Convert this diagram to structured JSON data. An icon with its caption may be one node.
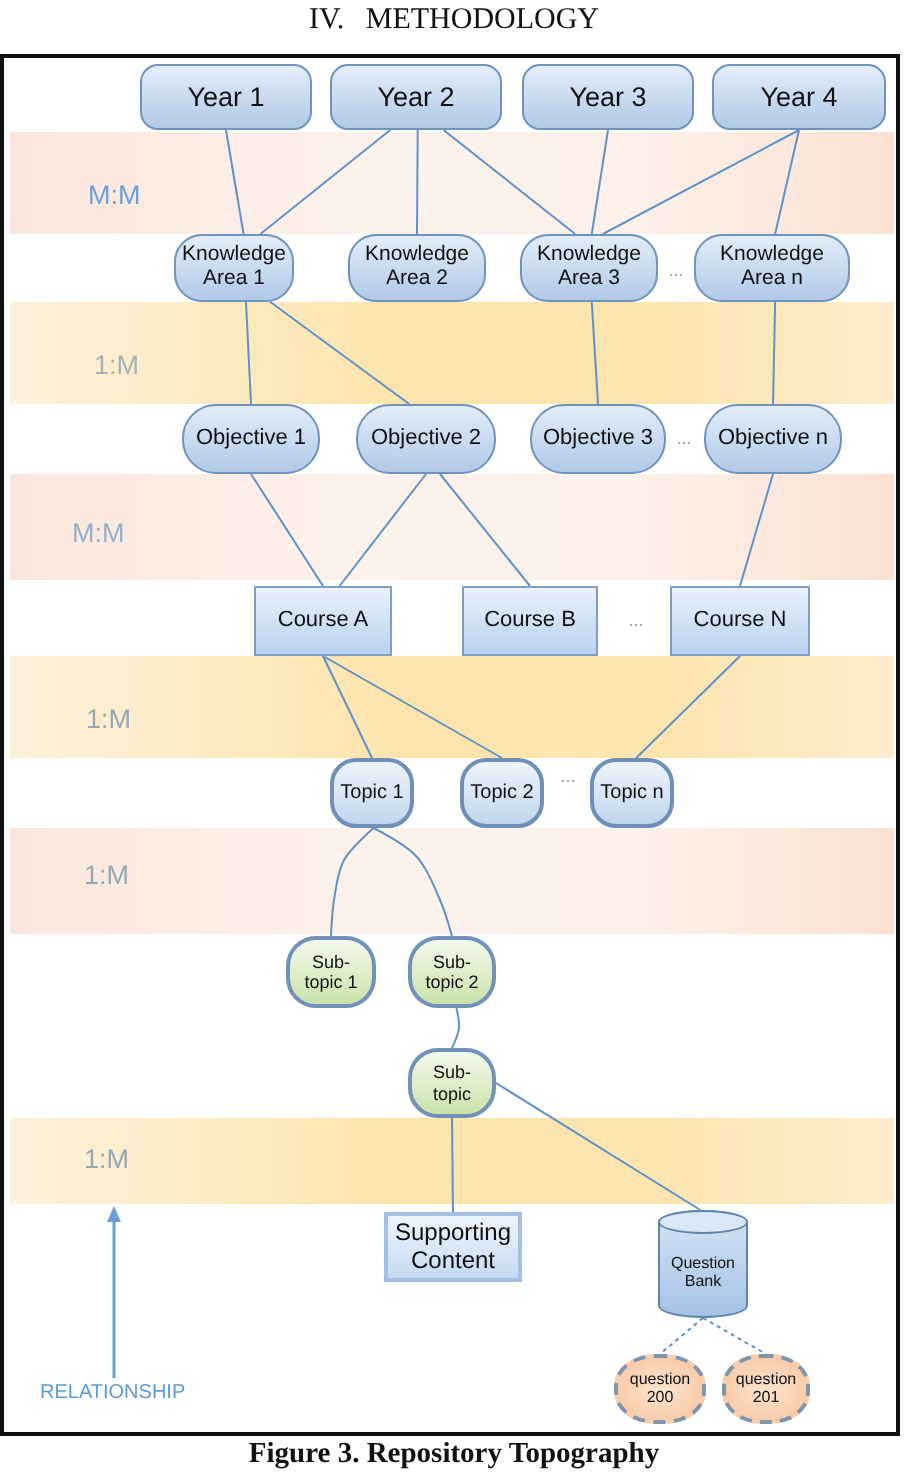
{
  "diagram": {
    "title": "IV. METHODOLOGY",
    "caption": "Figure 3. Repository Topography",
    "nodes": [
      {
        "text": [
          "Year 1"
        ]
      },
      {
        "text": [
          "Year 2"
        ]
      },
      {
        "text": [
          "Year 3"
        ]
      },
      {
        "text": [
          "Year 4"
        ]
      },
      {
        "text": [
          "Knowledge Area 1"
        ]
      },
      {
        "text": [
          "Knowledge Area 2"
        ]
      },
      {
        "text": [
          "Knowledge Area 3"
        ]
      },
      {
        "text": [
          "Knowledge Area n"
        ]
      },
      {
        "text": [
          "Objective 1"
        ]
      },
      {
        "text": [
          "Objective 2"
        ]
      },
      {
        "text": [
          "Objective 3"
        ]
      },
      {
        "text": [
          "Objective n"
        ]
      },
      {
        "text": [
          "Course A"
        ]
      },
      {
        "text": [
          "Course B"
        ]
      },
      {
        "text": [
          "Course N"
        ]
      },
      {
        "text": [
          "Topic 1"
        ]
      },
      {
        "text": [
          "Topic 2"
        ]
      },
      {
        "text": [
          "Topic n"
        ]
      },
      {
        "text": [
          "Sub- topic 1"
        ]
      },
      {
        "text": [
          "Sub- topic 2"
        ]
      },
      {
        "text": [
          "Sub- topic"
        ]
      },
      {
        "text": [
          "Supporting Content"
        ]
      },
      {
        "text": [
          "Question Bank"
        ]
      },
      {
        "text": [
          "question 200"
        ]
      },
      {
        "text": [
          "question 201"
        ]
      }
    ],
    "edges": [
      {
        "from": 0,
        "to": 4,
        "arrow": "none"
      },
      {
        "from": 1,
        "to": 4,
        "arrow": "none"
      },
      {
        "from": 1,
        "to": 5,
        "arrow": "none"
      },
      {
        "from": 1,
        "to": 6,
        "arrow": "none"
      },
      {
        "from": 2,
        "to": 6,
        "arrow": "none"
      },
      {
        "from": 3,
        "to": 6,
        "arrow": "none"
      },
      {
        "from": 3,
        "to": 7,
        "arrow": "none"
      },
      {
        "from": 4,
        "to": 8,
        "arrow": "none"
      },
      {
        "from": 4,
        "to": 9,
        "arrow": "none"
      },
      {
        "from": 6,
        "to": 10,
        "arrow": "none"
      },
      {
        "from": 7,
        "to": 11,
        "arrow": "none"
      },
      {
        "from": 8,
        "to": 12,
        "arrow": "none"
      },
      {
        "from": 9,
        "to": 12,
        "arrow": "none"
      },
      {
        "from": 9,
        "to": 13,
        "arrow": "none"
      },
      {
        "from": 11,
        "to": 14,
        "arrow": "none"
      },
      {
        "from": 12,
        "to": 15,
        "arrow": "none"
      },
      {
        "from": 12,
        "to": 16,
        "arrow": "none"
      },
      {
        "from": 14,
        "to": 17,
        "arrow": "none"
      },
      {
        "from": 15,
        "to": 18,
        "arrow": "none"
      },
      {
        "from": 15,
        "to": 19,
        "arrow": "none"
      },
      {
        "from": 19,
        "to": 20,
        "arrow": "none"
      },
      {
        "from": 20,
        "to": 21,
        "arrow": "none"
      },
      {
        "from": 20,
        "to": 22,
        "arrow": "none"
      },
      {
        "from": 22,
        "to": 23,
        "arrow": "none",
        "style": "dashed"
      },
      {
        "from": 22,
        "to": 24,
        "arrow": "none",
        "style": "dashed"
      }
    ],
    "labels": [
      "M:M",
      "...",
      "1:M",
      "...",
      "M:M",
      "...",
      "1:M",
      "...",
      "1:M",
      "1:M",
      "RELATIONSHIP"
    ]
  }
}
